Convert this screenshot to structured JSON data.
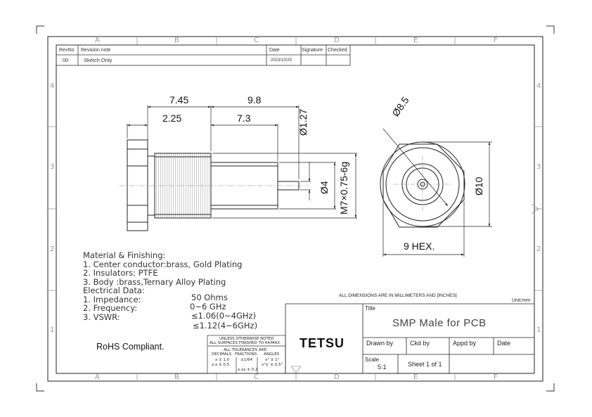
{
  "zones": {
    "columns": [
      "A",
      "B",
      "C",
      "D",
      "E",
      "F"
    ],
    "rows": [
      "4",
      "3",
      "2",
      "1"
    ]
  },
  "revision": {
    "headers": {
      "rev": "RevNo",
      "note": "Revision note",
      "date": "Date",
      "signature": "Signature",
      "checked": "Checked"
    },
    "row": {
      "rev": "00",
      "note": "Sketch Only",
      "date": "2023/10/20"
    }
  },
  "dimensions": {
    "d_745": "7.45",
    "d_98": "9.8",
    "d_225": "2.25",
    "d_73": "7.3",
    "d_127": "Ø1.27",
    "d_4": "Ø4",
    "d_thread": "M7×0.75-6g",
    "d_85": "Ø8.5",
    "d_10": "Ø10",
    "d_hex": "9 HEX."
  },
  "notes": [
    "Material & Finishing:",
    "1. Center conductor:brass, Gold Plating",
    "2. Insulators: PTFE",
    "3. Body :brass,Ternary Alloy Plating",
    "Electrical Data:",
    "1. Impedance:",
    "2. Frequency:",
    "3. VSWR:"
  ],
  "electrical_values": {
    "impedance": "50 Ohms",
    "frequency": "0~6 GHz",
    "vswr1": "≤1.06(0~4GHz)",
    "vswr2": "≤1.12(4~6GHz)"
  },
  "rohs": "RoHS Compliant.",
  "tolerance": {
    "line1": "UNLESS OTHERWISE NOTED",
    "line2": "ALL SURFACES FINISHED TO 64/MAX.",
    "line3": "ALL TOLERANCES ARE:",
    "col1_head": "DECIMALS",
    "col2_head": "FRACTIONS",
    "col3_head": "ANGLES",
    "c1r1": "x ± 1.0",
    "c1r2": "x.x ± 0.5",
    "c1r3": "x.xx ± 0.2",
    "c2r1": "±1/64",
    "c3r1": "x° ± 1°",
    "c3r2": "x°x' ± 0.5°"
  },
  "title_block": {
    "units_note": "ALL DIMENSIONS ARE IN MILLIMETERS AND [INCHES]",
    "unit": "Unit:mm",
    "title_label": "Title",
    "title": "SMP Male for PCB",
    "brand": "TETSU",
    "drawn_by": "Drawn by",
    "ckd_by": "Ckd by",
    "appd_by": "Appd by",
    "date": "Date",
    "scale_label": "Scale",
    "scale": "5:1",
    "sheet": "Sheet 1 of 1"
  }
}
